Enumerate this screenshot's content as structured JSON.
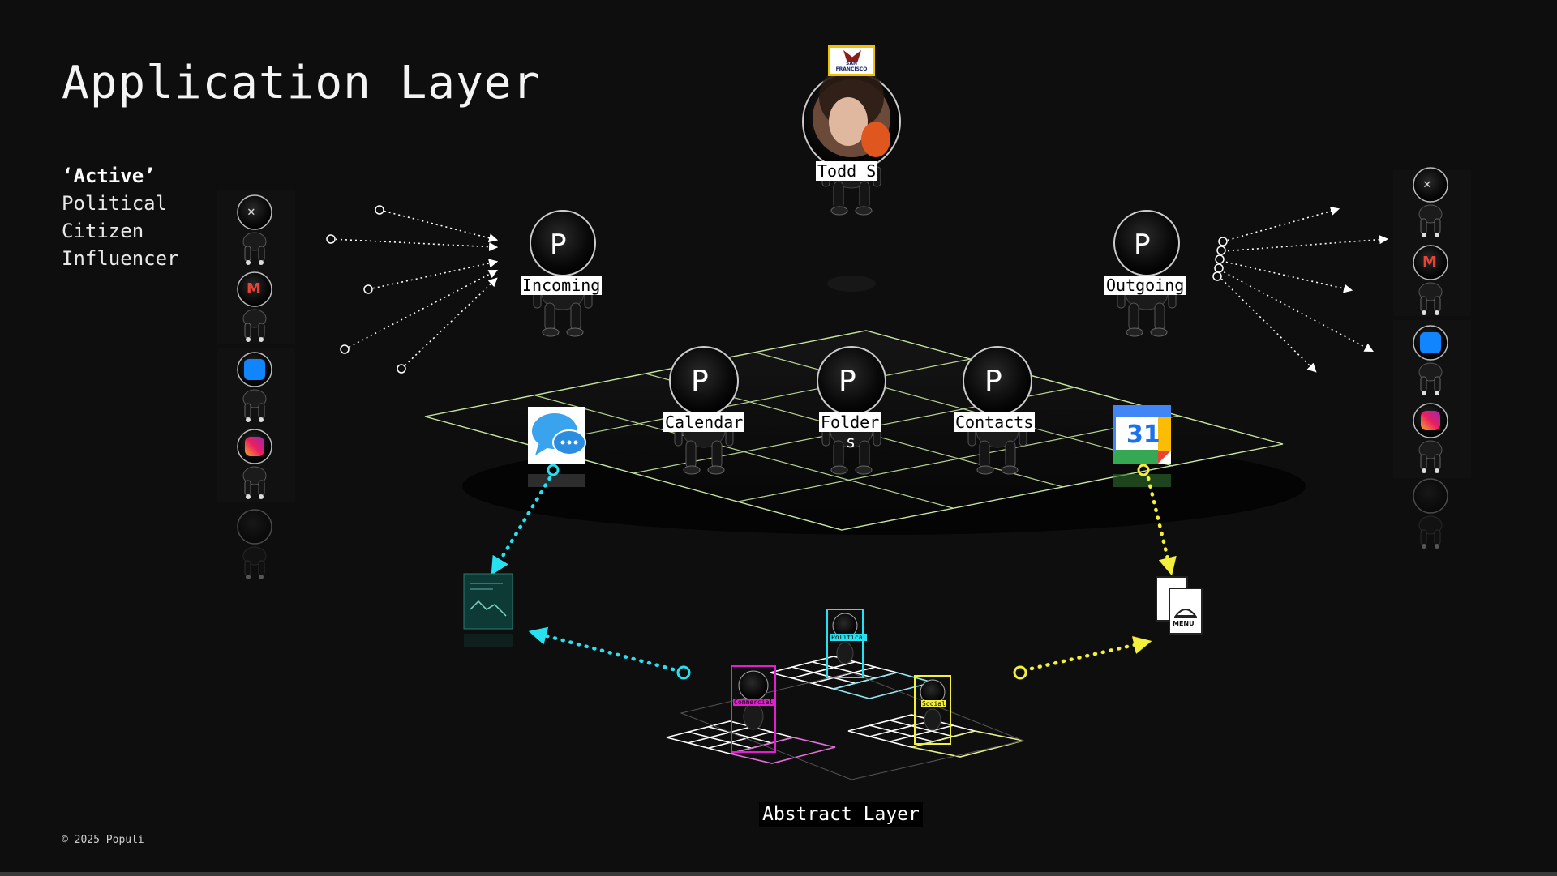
{
  "header": {
    "title": "Application Layer"
  },
  "subtitle": {
    "line1": "‘Active’",
    "line2": "Political",
    "line3": "Citizen",
    "line4": "Influencer"
  },
  "nodes": {
    "todd": {
      "label": "Todd S",
      "badge": "SAN FRANCISCO"
    },
    "incoming": {
      "glyph": "P",
      "label": "Incoming"
    },
    "outgoing": {
      "glyph": "P",
      "label": "Outgoing"
    },
    "calendar": {
      "glyph": "P",
      "label": "Calendar"
    },
    "folders": {
      "glyph": "P",
      "label": "Folder",
      "label2": "s"
    },
    "contacts": {
      "glyph": "P",
      "label": "Contacts"
    }
  },
  "apps": {
    "google_calendar": {
      "text": "31"
    },
    "menu_doc": {
      "text": "MENU"
    }
  },
  "abstract": {
    "label": "Abstract Layer",
    "tags": [
      "Commercial",
      "Political",
      "Social"
    ]
  },
  "colors": {
    "cyan": "#27e0f0",
    "yellow": "#f2f03a",
    "magenta": "#e21fd0",
    "grid": "#c8e6a0"
  },
  "icons": {
    "left": [
      "x-icon",
      "gmail-icon",
      "bluesky-icon",
      "instagram-icon"
    ],
    "right": [
      "x-icon",
      "gmail-icon",
      "bluesky-icon",
      "instagram-icon"
    ]
  },
  "footer": {
    "copyright": "© 2025 Populi"
  }
}
